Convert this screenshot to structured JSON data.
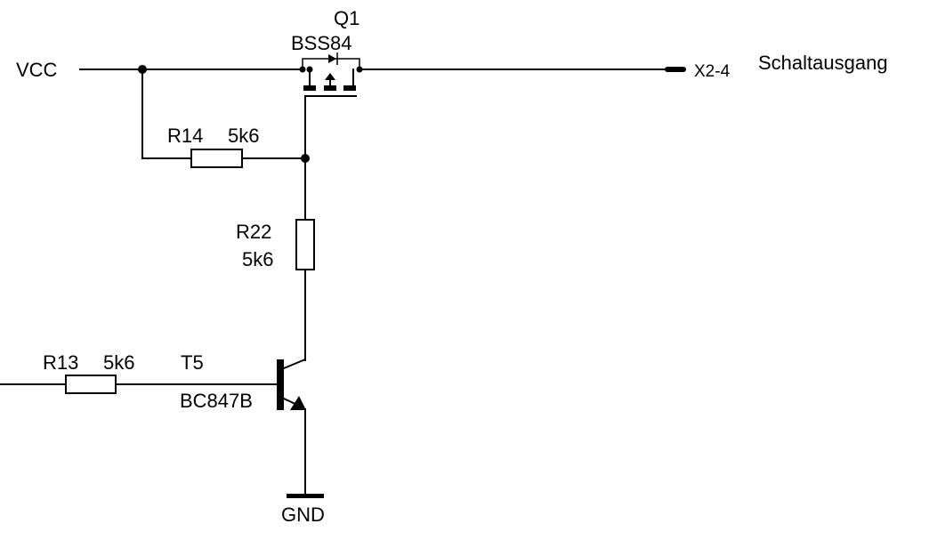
{
  "nets": {
    "vcc": "VCC",
    "gnd": "GND",
    "output_connector": "X2-4",
    "output_name": "Schaltausgang"
  },
  "components": {
    "q1": {
      "ref": "Q1",
      "value": "BSS84"
    },
    "r14": {
      "ref": "R14",
      "value": "5k6"
    },
    "r22": {
      "ref": "R22",
      "value": "5k6"
    },
    "r13": {
      "ref": "R13",
      "value": "5k6"
    },
    "t5": {
      "ref": "T5",
      "value": "BC847B"
    }
  }
}
